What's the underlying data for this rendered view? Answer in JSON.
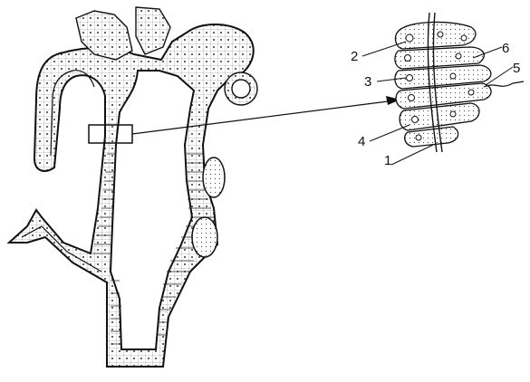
{
  "labels": {
    "l1": "1",
    "l2": "2",
    "l3": "3",
    "l4": "4",
    "l5": "5",
    "l6": "6"
  },
  "colors": {
    "ink": "#111111",
    "background": "#ffffff"
  }
}
